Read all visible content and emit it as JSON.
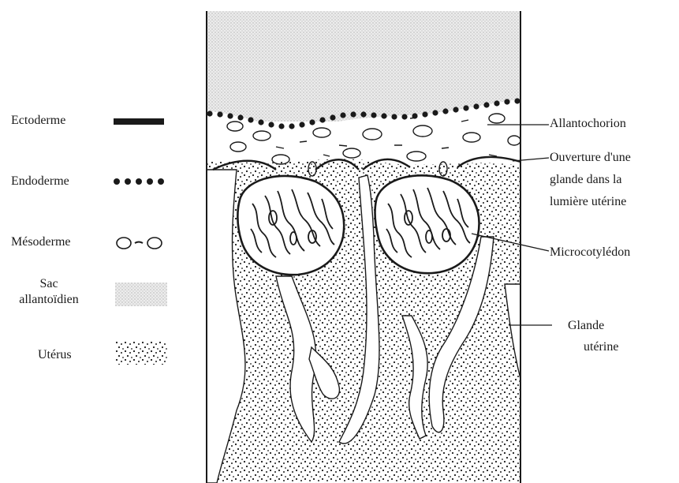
{
  "legend": {
    "items": [
      {
        "id": "ectoderme",
        "label": "Ectoderme"
      },
      {
        "id": "endoderme",
        "label": "Endoderme"
      },
      {
        "id": "mesoderme",
        "label": "Mésoderme"
      },
      {
        "id": "sac_allantoidien",
        "label_line1": "Sac",
        "label_line2": "allantoïdien"
      },
      {
        "id": "uterus",
        "label": "Utérus"
      }
    ]
  },
  "annotations": {
    "allantochorion": "Allantochorion",
    "ouverture_line1": "Ouverture d'une",
    "ouverture_line2": "glande dans la",
    "ouverture_line3": "lumière utérine",
    "microcotyledon": "Microcotylédon",
    "glande_line1": "Glande",
    "glande_line2": "utérine"
  },
  "colors": {
    "ink": "#1a1a1a",
    "sac_fill": "#ededed",
    "uterus_fill": "#ffffff",
    "background": "#ffffff"
  }
}
